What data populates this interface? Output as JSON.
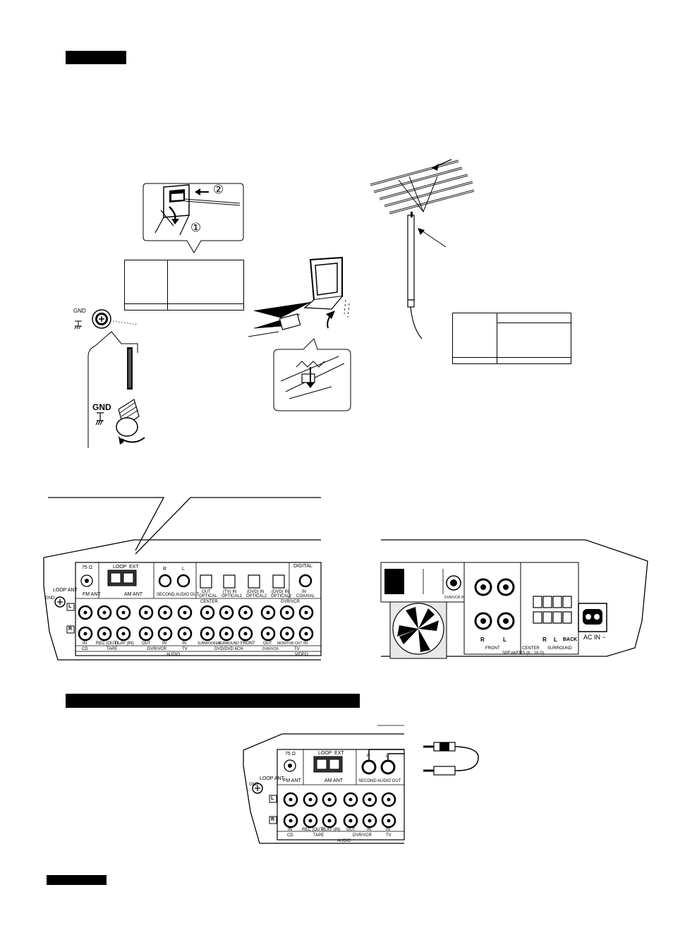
{
  "callouts": {
    "step1": "①",
    "step2": "②"
  },
  "labels": {
    "gnd_small": "GND",
    "gnd_large": "GND",
    "ohm75": "75 Ω",
    "loop": "LOOP",
    "ext": "EXT",
    "fm_ant": "FM ANT",
    "am_ant": "AM ANT",
    "loop_ant": "LOOP ANT",
    "gnd_terminal": "GND",
    "second_audio_out": "SECOND AUDIO OUT",
    "ch_r": "R",
    "ch_l": "L",
    "digital": "DIGITAL",
    "optical_out": "OUT",
    "optical_tv_in": "(TV) IN",
    "optical_dvd_in": "(DVD) IN",
    "optical_dvd2_in": "(DVD) IN",
    "coax_in": "IN",
    "optical1": "OPTICAL",
    "optical2": "OPTICAL1",
    "optical3": "OPTICAL2",
    "optical4": "OPTICAL3",
    "coaxial": "COAXIAL",
    "center": "CENTER",
    "dvd_vcr": "DVR/VCR",
    "row_l": "L",
    "row_r": "R",
    "jack_in": "IN",
    "rec_out": "REC (OUT)",
    "play_in": "PLAY (IN)",
    "jack_out": "OUT",
    "subwoofer": "SUBWOOFER",
    "surround": "SURROUND",
    "front": "FRONT",
    "monitor_out": "MONITOR OUT",
    "cd": "CD",
    "tape": "TAPE",
    "dvr_vcr": "DVR/VCR",
    "tv": "TV",
    "dvd_6ch": "DVD/DVD 6CH",
    "av_dvd": "DVR/VCR",
    "tv_v": "TV",
    "audio": "AUDIO",
    "video": "VIDEO",
    "dvr_vcr_in": "DVR/VCR IN",
    "spk_front": "FRONT",
    "spk_center": "CENTER",
    "spk_surround": "SURROUND",
    "speakers": "SPEAKERS (6 - 16 Ω)",
    "spk_r": "R",
    "spk_l": "L",
    "spk_back": "BACK",
    "ac_in": "AC IN ~"
  }
}
